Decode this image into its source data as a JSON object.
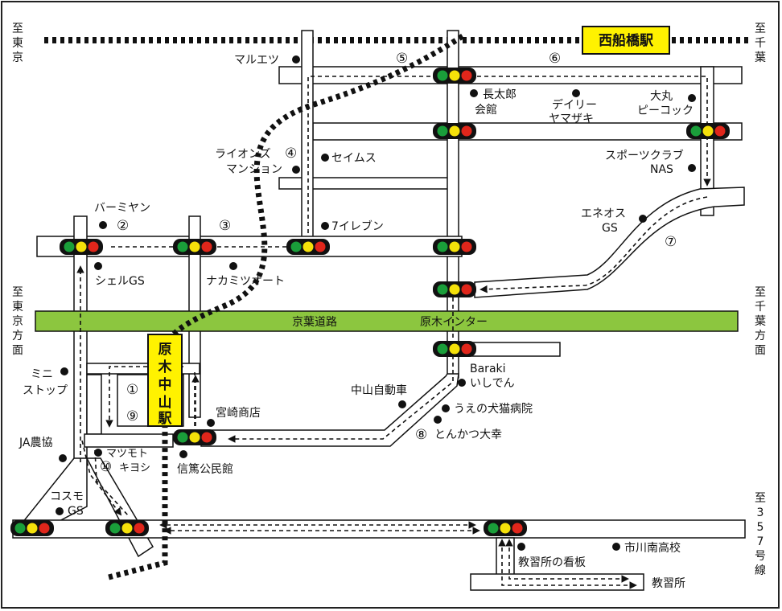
{
  "map": {
    "stations": {
      "nishifunabashi": "西船橋駅",
      "baraki_nakayama": [
        "原",
        "木",
        "中",
        "山",
        "駅"
      ]
    },
    "expressway": {
      "name": "京葉道路",
      "interchange": "原木インター",
      "color": "#8cc63f"
    },
    "directions": {
      "tokyo_top": [
        "至",
        "東",
        "京"
      ],
      "chiba_top": [
        "至",
        "千",
        "葉"
      ],
      "tokyo_left": [
        "至",
        "東",
        "京",
        "方",
        "面"
      ],
      "chiba_right": [
        "至",
        "千",
        "葉",
        "方",
        "面"
      ],
      "route357": [
        "至",
        "3",
        "5",
        "7",
        "号",
        "線"
      ]
    },
    "landmarks": {
      "marueitsu": "マルエツ",
      "chotaro": [
        "長太郎",
        "会館"
      ],
      "daily_yamazaki": [
        "デイリー",
        "ヤマザキ"
      ],
      "daimaru_peacock": [
        "大丸",
        "ピーコック"
      ],
      "sports_club_nas": [
        "スポーツクラブ",
        "NAS"
      ],
      "lions_mansion": [
        "ライオンズ",
        "マンション"
      ],
      "seimusu": "セイムス",
      "bamiyan": "バーミヤン",
      "seven_eleven": "7イレブン",
      "eneos_gs": [
        "エネオス",
        "GS"
      ],
      "shell_gs": "シェルGS",
      "nakamitsu_auto": "ナカミツオート",
      "mini_stop": [
        "ミニ",
        "ストップ"
      ],
      "baraki_ishiden": [
        "Baraki",
        "いしでん"
      ],
      "nakayama_jidosha": "中山自動車",
      "ueno_hospital": "うえの犬猫病院",
      "tonkatsu_taiko": "とんかつ大幸",
      "miyazaki_shoten": "宮崎商店",
      "ja_noukyou": "JA農協",
      "matsumoto_kiyoshi": [
        "マツモト",
        "キヨシ"
      ],
      "shinatsu_hall": "信篤公民館",
      "cosmo_gs": [
        "コスモ",
        "GS"
      ],
      "ichikawa_minami_hs": "市川南高校",
      "kyoshujo_sign": "教習所の看板",
      "kyoshujo": "教習所"
    },
    "route_numbers": {
      "n1": "①",
      "n2": "②",
      "n3": "③",
      "n4": "④",
      "n5": "⑤",
      "n6": "⑥",
      "n7": "⑦",
      "n8": "⑧",
      "n9": "⑨",
      "n10": "⑩"
    },
    "colors": {
      "signal_green": "#1a9e3a",
      "signal_yellow": "#f5e10a",
      "signal_red": "#e0261b",
      "station_fill": "#fff200",
      "expressway": "#8cc63f"
    }
  }
}
